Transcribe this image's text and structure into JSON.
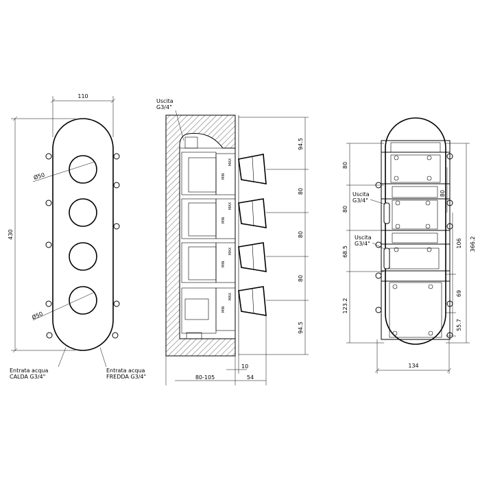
{
  "front_view": {
    "width_dim": "110",
    "height_dim": "430",
    "dia_top": "Ø50",
    "dia_bottom": "Ø50",
    "inlet_hot_line1": "Entrata acqua",
    "inlet_hot_line2": "CALDA G3/4\"",
    "inlet_cold_line1": "Entrata acqua",
    "inlet_cold_line2": "FREDDA G3/4\""
  },
  "side_view": {
    "outlet_line1": "Uscita",
    "outlet_line2": "G3/4\"",
    "dims_right": [
      "94.5",
      "80",
      "80",
      "80",
      "94.5"
    ],
    "dim_10": "10",
    "dim_depth": "80-105",
    "dim_54": "54",
    "max_label": "MAX",
    "min_label": "MIN"
  },
  "back_view": {
    "dims_left": [
      "80",
      "80",
      "68.5",
      "123.2"
    ],
    "outlet1_line1": "Uscita",
    "outlet1_line2": "G3/4\"",
    "outlet2_line1": "Uscita",
    "outlet2_line2": "G3/4\"",
    "dim_80_right": "80",
    "dim_106": "106",
    "dim_366": "366.2",
    "dim_69": "69",
    "dim_557": "55.7",
    "dim_134": "134"
  }
}
